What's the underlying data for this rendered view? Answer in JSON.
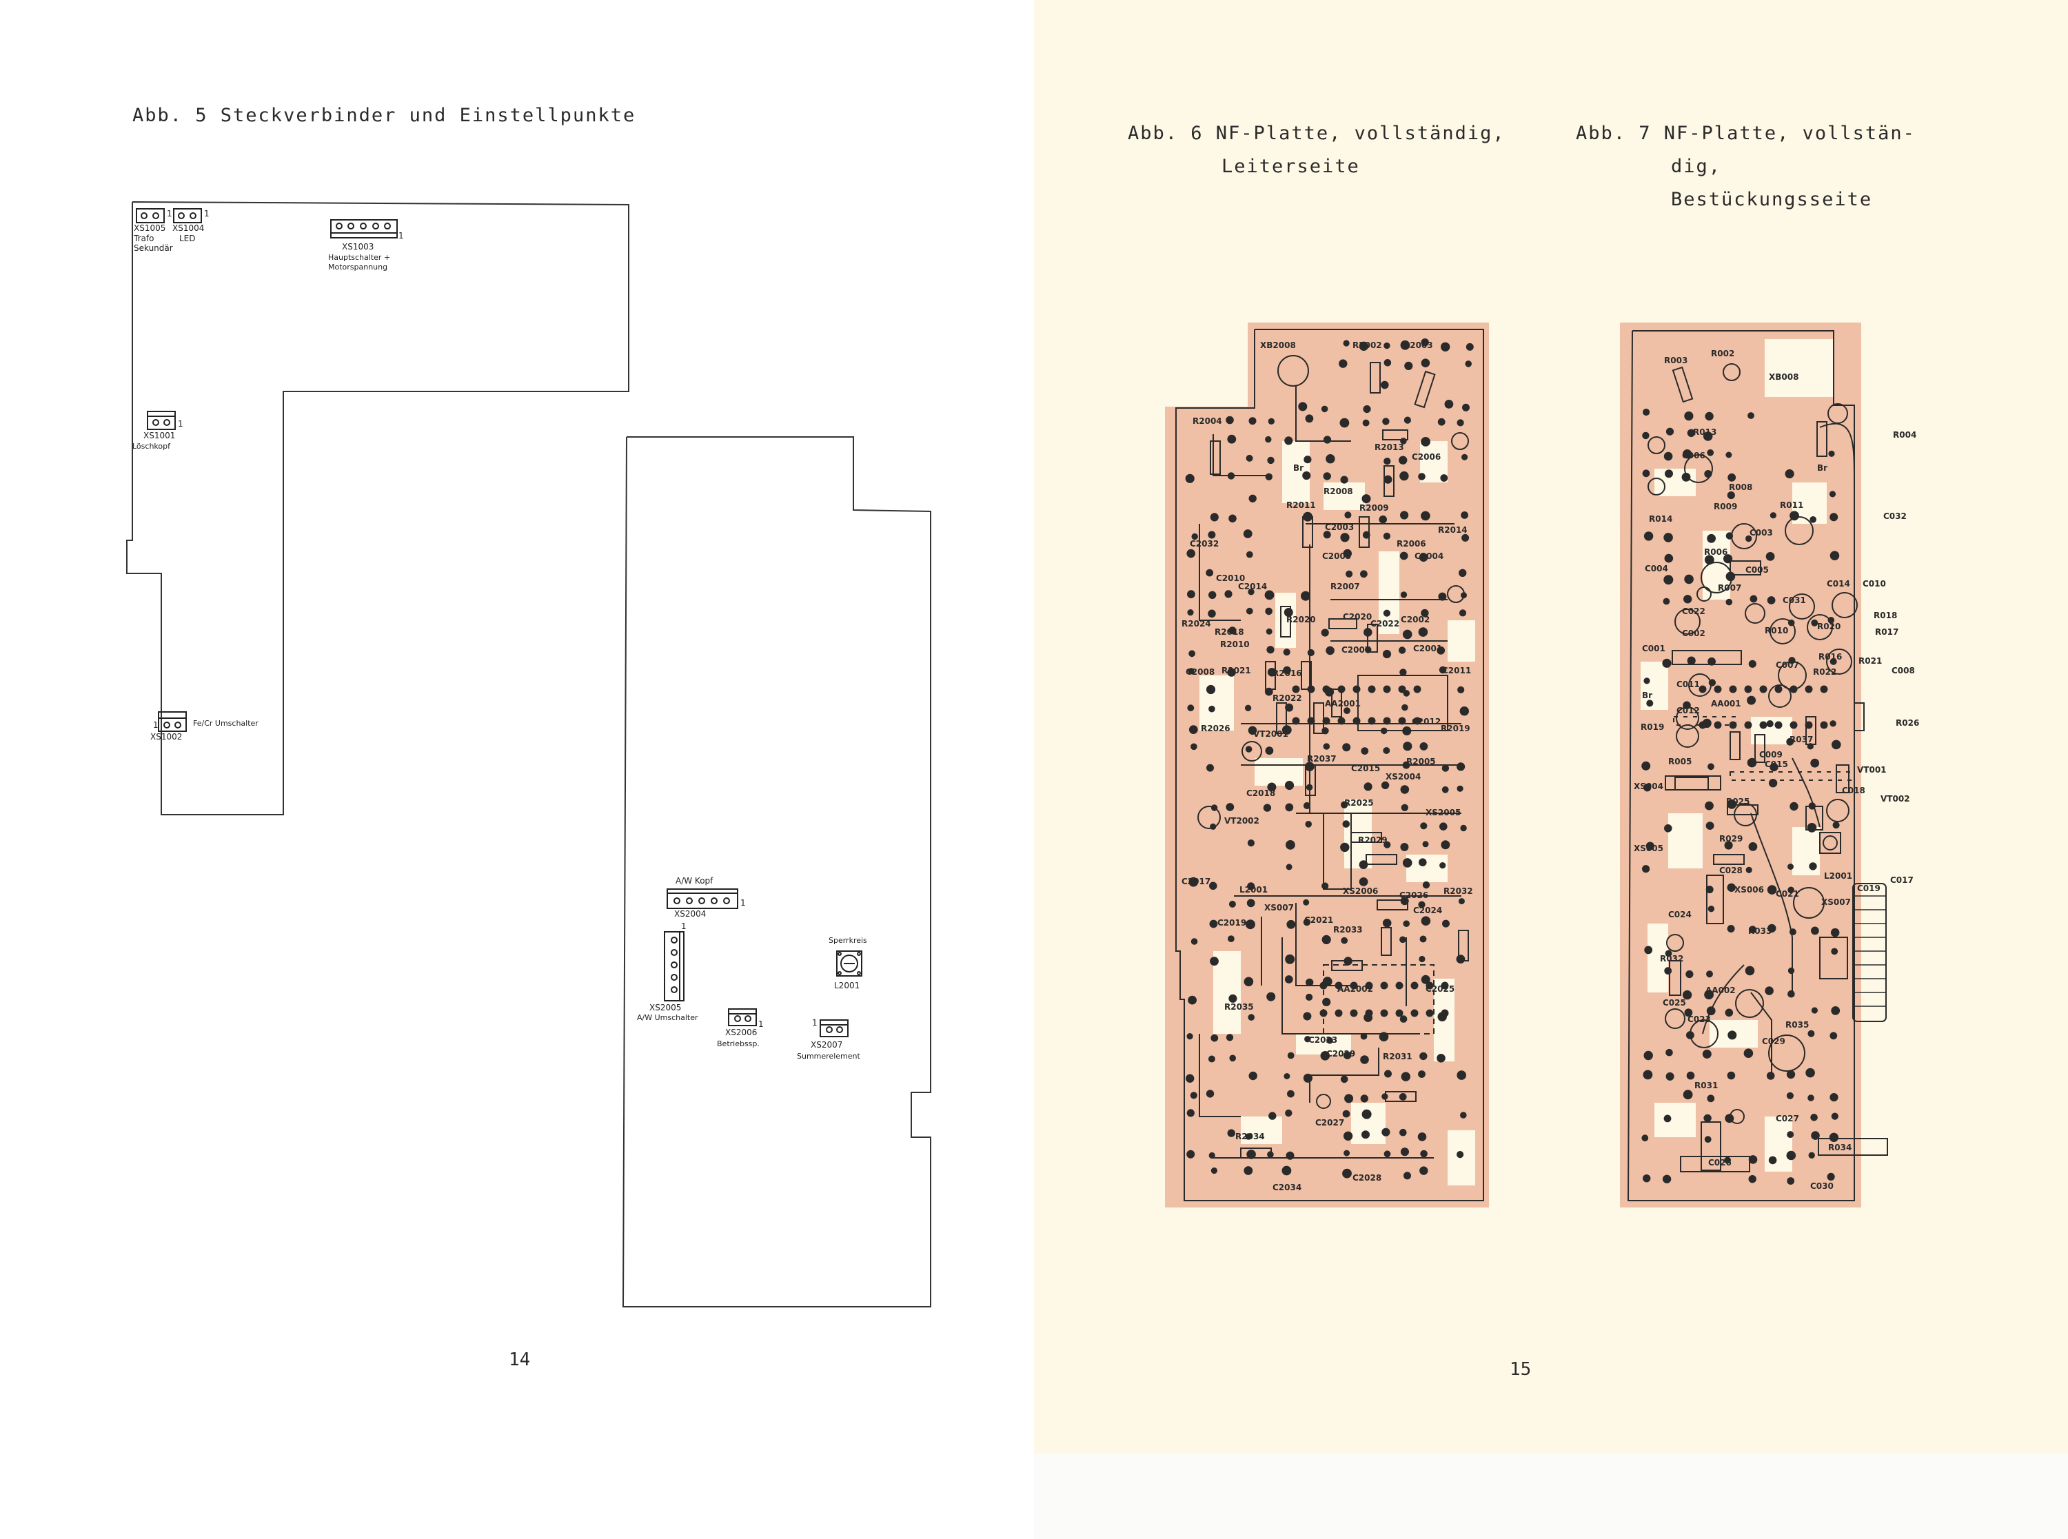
{
  "left": {
    "caption": "Abb. 5 Steckverbinder und Einstellpunkte",
    "page_number": "14",
    "connectors": {
      "xs1005": {
        "name": "XS1005",
        "desc_line1": "Trafo",
        "desc_line2": "Sekundär",
        "pin": "1"
      },
      "xs1004": {
        "name": "XS1004",
        "desc": "LED",
        "pin": "1"
      },
      "xs1003": {
        "name": "XS1003",
        "desc_line1": "Hauptschalter +",
        "desc_line2": "Motorspannung",
        "pin": "1"
      },
      "xs1001": {
        "name": "XS1001",
        "desc": "Löschkopf",
        "pin": "1"
      },
      "xs1002": {
        "name": "XS1002",
        "desc": "Fe/Cr Umschalter",
        "pin": "1"
      },
      "xs2004": {
        "name": "XS2004",
        "desc": "A/W Kopf",
        "pin": "1"
      },
      "xs2005": {
        "name": "XS2005",
        "desc": "A/W Umschalter",
        "pin": "1"
      },
      "xs2006": {
        "name": "XS2006",
        "desc": "Betriebssp.",
        "pin": "1"
      },
      "xs2007": {
        "name": "XS2007",
        "desc": "Summerelement",
        "pin": "1"
      },
      "l2001": {
        "name": "L2001",
        "desc": "Sperrkreis"
      }
    }
  },
  "right": {
    "caption6_line1": "Abb. 6 NF-Platte, vollständig,",
    "caption6_line2": "Leiterseite",
    "caption7_line1": "Abb. 7 NF-Platte, vollstän-",
    "caption7_line2": "dig,",
    "caption7_line3": "Bestückungsseite",
    "page_number": "15",
    "board6_labels": [
      "XB2008",
      "R2002",
      "R2003",
      "R2004",
      "R2013",
      "C2006",
      "Br",
      "R2008",
      "R2011",
      "R2009",
      "R2014",
      "C2032",
      "C2003",
      "R2006",
      "C2005",
      "C2004",
      "C2010",
      "C2014",
      "R2007",
      "R2024",
      "R2018",
      "R2020",
      "C2020",
      "C2022",
      "C2002",
      "R2010",
      "C2007",
      "C2001",
      "C2008",
      "R2021",
      "R2016",
      "C2011",
      "R2022",
      "AA2001",
      "C2012",
      "R2019",
      "R2026",
      "VT2001",
      "R2037",
      "C2015",
      "R2005",
      "C2018",
      "XS2004",
      "R2025",
      "VT2002",
      "XS2005",
      "R2029",
      "C2017",
      "L2001",
      "XS2006",
      "C2026",
      "R2032",
      "XS007",
      "C2021",
      "C2024",
      "C2019",
      "R2033",
      "AA2002",
      "C2025",
      "R2035",
      "C2023",
      "C2029",
      "R2031",
      "C2027",
      "R2034",
      "C2034",
      "C2028"
    ],
    "board7_labels": [
      "R003",
      "R002",
      "XB008",
      "R013",
      "R004",
      "C006",
      "R008",
      "Br",
      "R009",
      "R011",
      "C032",
      "R014",
      "R006",
      "C003",
      "C004",
      "C005",
      "R007",
      "C014",
      "C010",
      "C022",
      "C031",
      "R020",
      "R018",
      "R010",
      "R017",
      "C002",
      "R016",
      "R021",
      "C001",
      "C007",
      "R022",
      "C008",
      "Br",
      "C011",
      "AA001",
      "R026",
      "R019",
      "C012",
      "C009",
      "R037",
      "VT001",
      "R005",
      "C015",
      "XS004",
      "C018",
      "VT002",
      "R025",
      "XS005",
      "R029",
      "C028",
      "L2001",
      "C017",
      "XS006",
      "C021",
      "C019",
      "C024",
      "XS007",
      "R033",
      "R032",
      "AA002",
      "C025",
      "C023",
      "R035",
      "C029",
      "R031",
      "C027",
      "R034",
      "C026",
      "C030"
    ],
    "colors": {
      "copper": "#f0c0a6",
      "paper": "#fdf9e6",
      "ink": "#2a2a2a"
    }
  }
}
